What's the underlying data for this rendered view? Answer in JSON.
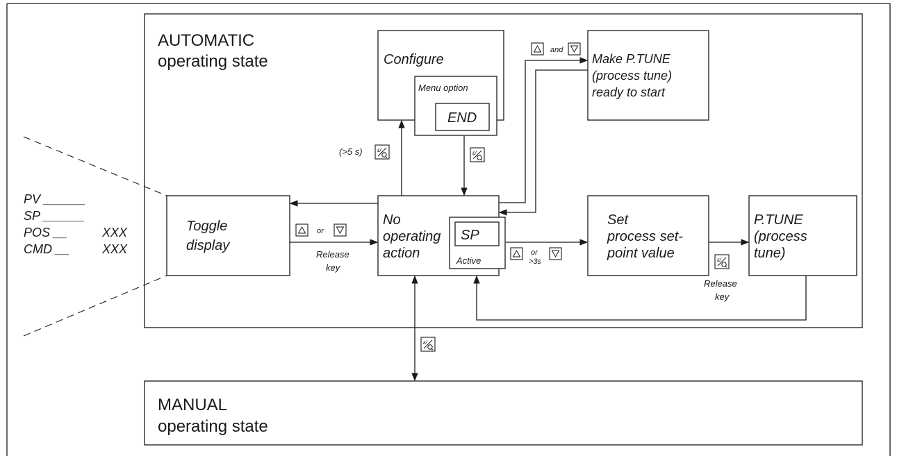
{
  "automatic": {
    "line1": "AUTOMATIC",
    "line2": "operating state"
  },
  "manual": {
    "line1": "MANUAL",
    "line2": "operating state"
  },
  "display_panel": {
    "pv": "PV ______",
    "sp": "SP ______",
    "pos": "POS __",
    "pos_value": "XXX",
    "cmd": "CMD __",
    "cmd_value": "XXX"
  },
  "configure": {
    "label": "Configure",
    "menu_option": "Menu option",
    "end": "END"
  },
  "make_ptune": {
    "line1": "Make P.TUNE",
    "line2": "(process tune)",
    "line3": "ready to start"
  },
  "toggle_display": {
    "line1": "Toggle",
    "line2": "display"
  },
  "no_action": {
    "line1": "No",
    "line2": "operating",
    "line3": "action",
    "sp": "SP",
    "active": "Active"
  },
  "set_setpoint": {
    "line1": "Set",
    "line2": "process set-",
    "line3": "point value"
  },
  "ptune": {
    "line1": "P.TUNE",
    "line2": "(process",
    "line3": "tune)"
  },
  "labels": {
    "and": "and",
    "or_toggle": "or",
    "or_setpoint": "or",
    "release_key_1": "Release",
    "release_key_1b": "key",
    "release_key_2": "Release",
    "release_key_2b": "key",
    "more_3s": ">3s",
    "more_5s": "(>5 s)"
  },
  "icons": {
    "up": "triangle-up-key-icon",
    "down": "triangle-down-key-icon",
    "enter": "enter-key-icon"
  }
}
